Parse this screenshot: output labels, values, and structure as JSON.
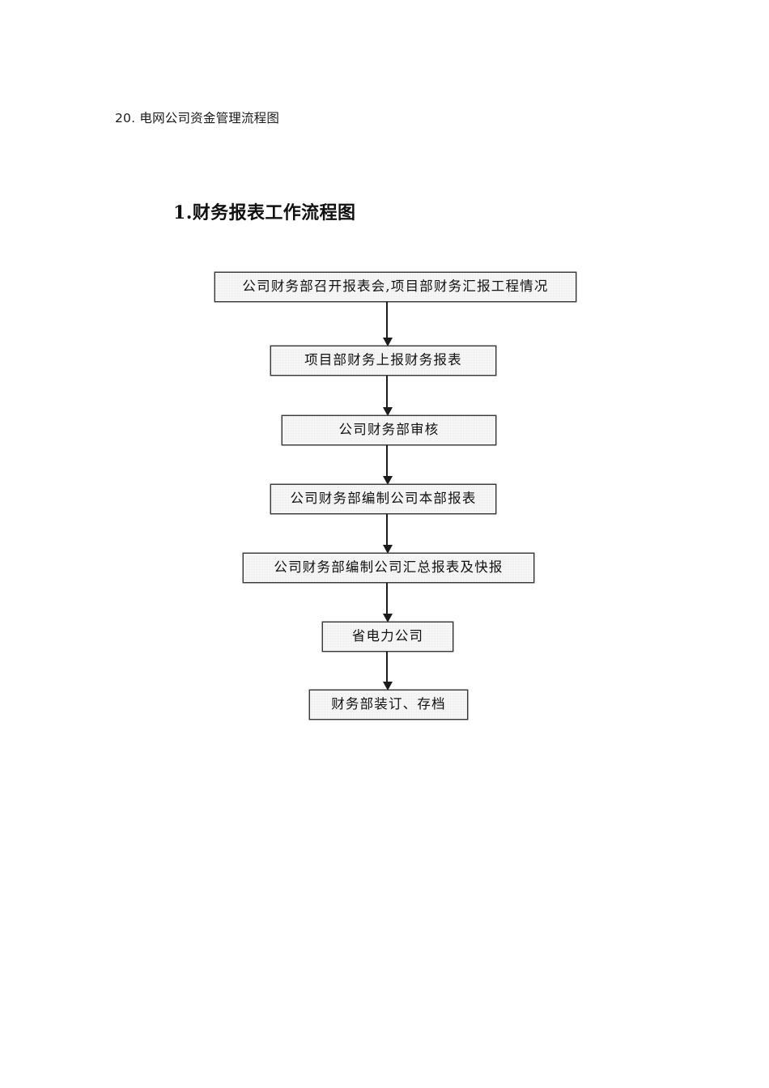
{
  "document": {
    "header_line": "20. 电网公司资金管理流程图",
    "section_title": "1.财务报表工作流程图"
  },
  "chart_data": {
    "type": "diagram",
    "diagram_type": "flowchart",
    "orientation": "top-to-bottom",
    "title": "1.财务报表工作流程图",
    "node_fill": "#ececec",
    "node_border": "#3a3a3a",
    "connector_color": "#1c1c1c",
    "nodes": [
      {
        "id": "n1",
        "label": "公司财务部召开报表会,项目部财务汇报工程情况",
        "shape": "rectangle"
      },
      {
        "id": "n2",
        "label": "项目部财务上报财务报表",
        "shape": "rectangle"
      },
      {
        "id": "n3",
        "label": "公司财务部审核",
        "shape": "rectangle"
      },
      {
        "id": "n4",
        "label": "公司财务部编制公司本部报表",
        "shape": "rectangle"
      },
      {
        "id": "n5",
        "label": "公司财务部编制公司汇总报表及快报",
        "shape": "rectangle"
      },
      {
        "id": "n6",
        "label": "省电力公司",
        "shape": "rectangle"
      },
      {
        "id": "n7",
        "label": "财务部装订、存档",
        "shape": "rectangle"
      }
    ],
    "edges": [
      {
        "from": "n1",
        "to": "n2",
        "style": "solid-arrow"
      },
      {
        "from": "n2",
        "to": "n3",
        "style": "solid-arrow"
      },
      {
        "from": "n3",
        "to": "n4",
        "style": "solid-arrow"
      },
      {
        "from": "n4",
        "to": "n5",
        "style": "solid-arrow"
      },
      {
        "from": "n5",
        "to": "n6",
        "style": "solid-arrow"
      },
      {
        "from": "n6",
        "to": "n7",
        "style": "solid-arrow"
      }
    ]
  }
}
